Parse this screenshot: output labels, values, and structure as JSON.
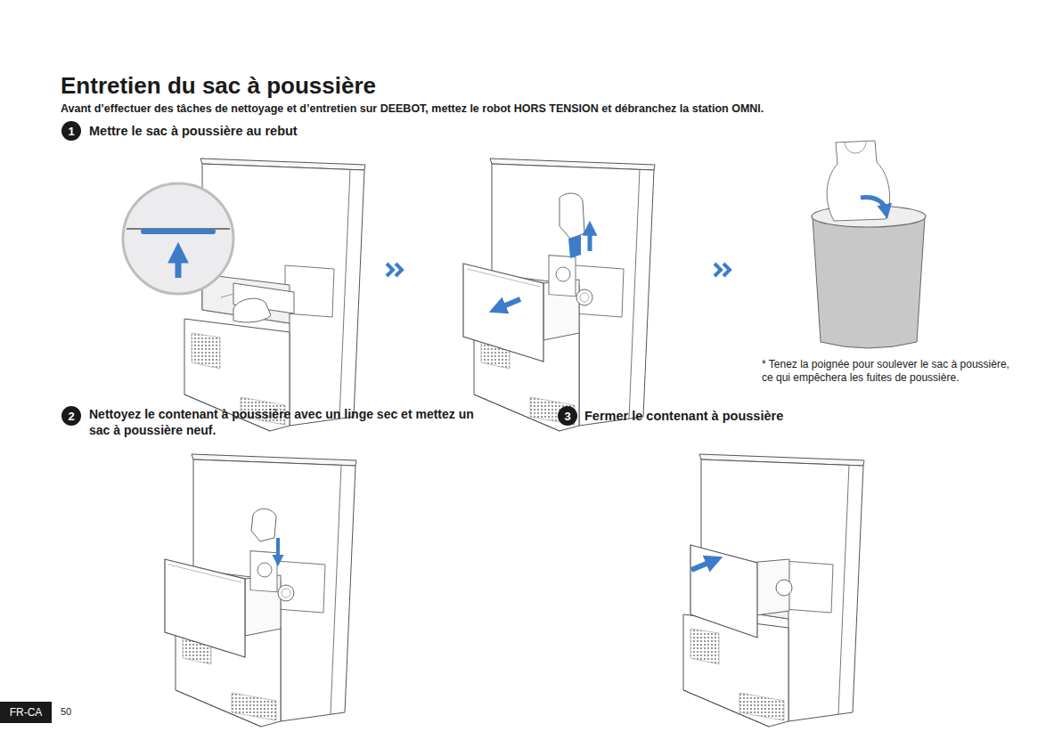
{
  "diagram": {
    "title": "Entretien du sac à poussière",
    "nodes": [
      {
        "text": [
          "1"
        ]
      },
      {
        "text": [
          "2"
        ]
      },
      {
        "text": [
          "3"
        ]
      },
      {
        "text": [
          "FR-CA"
        ]
      }
    ],
    "labels": [
      "Avant d’effectuer des tâches de nettoyage et d’entretien sur DEEBOT, mettez le robot HORS TENSION et débranchez la station OMNI.",
      "Mettre le sac à poussière au rebut",
      "* Tenez la poignée pour soulever le sac à poussière, ce qui empêchera les fuites de poussière.",
      "Nettoyez le contenant à poussière avec un linge sec et mettez un sac à poussière neuf.",
      "Fermer le contenant à poussière",
      "50"
    ]
  }
}
